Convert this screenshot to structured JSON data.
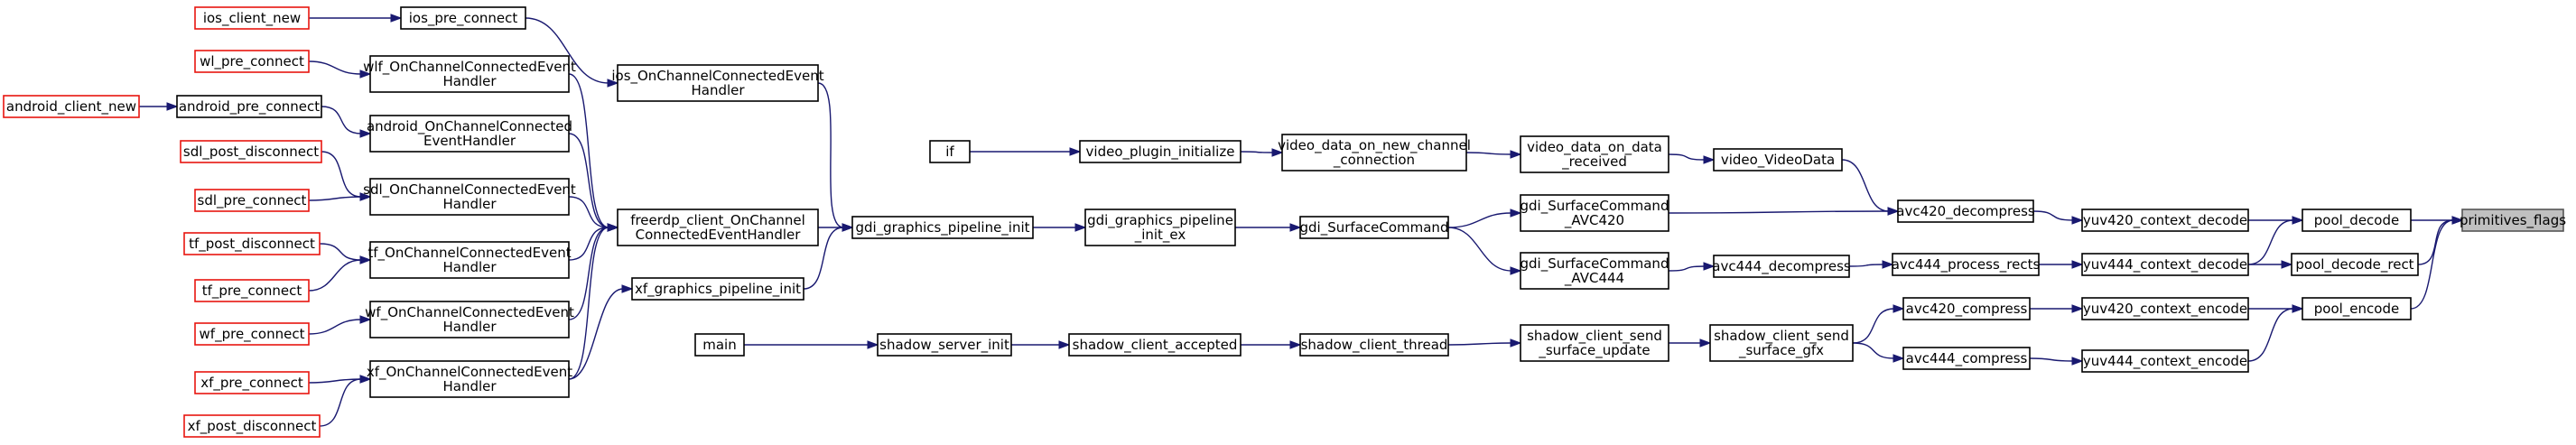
{
  "diagram": {
    "nodes": [
      {
        "id": "primitives_flags",
        "lines": [
          "primitives_flags"
        ],
        "style": "root"
      },
      {
        "id": "pool_decode",
        "lines": [
          "pool_decode"
        ],
        "style": "normal"
      },
      {
        "id": "pool_decode_rect",
        "lines": [
          "pool_decode_rect"
        ],
        "style": "normal"
      },
      {
        "id": "pool_encode",
        "lines": [
          "pool_encode"
        ],
        "style": "normal"
      },
      {
        "id": "yuv420_context_decode",
        "lines": [
          "yuv420_context_decode"
        ],
        "style": "normal"
      },
      {
        "id": "yuv444_context_decode",
        "lines": [
          "yuv444_context_decode"
        ],
        "style": "normal"
      },
      {
        "id": "yuv420_context_encode",
        "lines": [
          "yuv420_context_encode"
        ],
        "style": "normal"
      },
      {
        "id": "yuv444_context_encode",
        "lines": [
          "yuv444_context_encode"
        ],
        "style": "normal"
      },
      {
        "id": "avc420_decompress",
        "lines": [
          "avc420_decompress"
        ],
        "style": "normal"
      },
      {
        "id": "avc444_process_rects",
        "lines": [
          "avc444_process_rects"
        ],
        "style": "normal"
      },
      {
        "id": "avc420_compress",
        "lines": [
          "avc420_compress"
        ],
        "style": "normal"
      },
      {
        "id": "avc444_compress",
        "lines": [
          "avc444_compress"
        ],
        "style": "normal"
      },
      {
        "id": "video_VideoData",
        "lines": [
          "video_VideoData"
        ],
        "style": "normal"
      },
      {
        "id": "gdi_SurfaceCommand_AVC420",
        "lines": [
          "gdi_SurfaceCommand",
          "_AVC420"
        ],
        "style": "normal"
      },
      {
        "id": "avc444_decompress",
        "lines": [
          "avc444_decompress"
        ],
        "style": "normal"
      },
      {
        "id": "shadow_client_send_surface_gfx",
        "lines": [
          "shadow_client_send",
          "_surface_gfx"
        ],
        "style": "normal"
      },
      {
        "id": "video_on_data_received",
        "lines": [
          "video_data_on_data",
          "_received"
        ],
        "style": "normal"
      },
      {
        "id": "gdi_SurfaceCommand",
        "lines": [
          "gdi_SurfaceCommand"
        ],
        "style": "normal"
      },
      {
        "id": "gdi_SurfaceCommand_AVC444",
        "lines": [
          "gdi_SurfaceCommand",
          "_AVC444"
        ],
        "style": "normal"
      },
      {
        "id": "shadow_client_send_surface_update",
        "lines": [
          "shadow_client_send",
          "_surface_update"
        ],
        "style": "normal"
      },
      {
        "id": "video_on_new_channel",
        "lines": [
          "video_data_on_new_channel",
          "_connection"
        ],
        "style": "normal"
      },
      {
        "id": "gdi_graphics_pipeline_init_ex",
        "lines": [
          "gdi_graphics_pipeline",
          "_init_ex"
        ],
        "style": "normal"
      },
      {
        "id": "shadow_client_thread",
        "lines": [
          "shadow_client_thread"
        ],
        "style": "normal"
      },
      {
        "id": "video_plugin_initialize",
        "lines": [
          "video_plugin_initialize"
        ],
        "style": "normal"
      },
      {
        "id": "gdi_graphics_pipeline_init",
        "lines": [
          "gdi_graphics_pipeline_init"
        ],
        "style": "normal"
      },
      {
        "id": "shadow_client_accepted",
        "lines": [
          "shadow_client_accepted"
        ],
        "style": "normal"
      },
      {
        "id": "if",
        "lines": [
          "if"
        ],
        "style": "normal"
      },
      {
        "id": "ios_OnChannelConnected",
        "lines": [
          "ios_OnChannelConnectedEvent",
          "Handler"
        ],
        "style": "normal"
      },
      {
        "id": "freerdp_client_OnChannel",
        "lines": [
          "freerdp_client_OnChannel",
          "ConnectedEventHandler"
        ],
        "style": "normal"
      },
      {
        "id": "xf_graphics_pipeline_init",
        "lines": [
          "xf_graphics_pipeline_init"
        ],
        "style": "normal"
      },
      {
        "id": "shadow_server_init",
        "lines": [
          "shadow_server_init"
        ],
        "style": "normal"
      },
      {
        "id": "ios_pre_connect",
        "lines": [
          "ios_pre_connect"
        ],
        "style": "normal"
      },
      {
        "id": "wlf_OnChannel",
        "lines": [
          "wlf_OnChannelConnectedEvent",
          "Handler"
        ],
        "style": "normal"
      },
      {
        "id": "android_OnChannel",
        "lines": [
          "android_OnChannelConnected",
          "EventHandler"
        ],
        "style": "normal"
      },
      {
        "id": "sdl_OnChannel",
        "lines": [
          "sdl_OnChannelConnectedEvent",
          "Handler"
        ],
        "style": "normal"
      },
      {
        "id": "tf_OnChannel",
        "lines": [
          "tf_OnChannelConnectedEvent",
          "Handler"
        ],
        "style": "normal"
      },
      {
        "id": "wf_OnChannel",
        "lines": [
          "wf_OnChannelConnectedEvent",
          "Handler"
        ],
        "style": "normal"
      },
      {
        "id": "xf_OnChannel",
        "lines": [
          "xf_OnChannelConnectedEvent",
          "Handler"
        ],
        "style": "normal"
      },
      {
        "id": "main",
        "lines": [
          "main"
        ],
        "style": "normal"
      },
      {
        "id": "android_pre_connect",
        "lines": [
          "android_pre_connect"
        ],
        "style": "normal"
      },
      {
        "id": "ios_client_new",
        "lines": [
          "ios_client_new"
        ],
        "style": "red"
      },
      {
        "id": "wl_pre_connect",
        "lines": [
          "wl_pre_connect"
        ],
        "style": "red"
      },
      {
        "id": "sdl_post_disconnect",
        "lines": [
          "sdl_post_disconnect"
        ],
        "style": "red"
      },
      {
        "id": "sdl_pre_connect",
        "lines": [
          "sdl_pre_connect"
        ],
        "style": "red"
      },
      {
        "id": "tf_post_disconnect",
        "lines": [
          "tf_post_disconnect"
        ],
        "style": "red"
      },
      {
        "id": "tf_pre_connect",
        "lines": [
          "tf_pre_connect"
        ],
        "style": "red"
      },
      {
        "id": "wf_pre_connect",
        "lines": [
          "wf_pre_connect"
        ],
        "style": "red"
      },
      {
        "id": "xf_pre_connect",
        "lines": [
          "xf_pre_connect"
        ],
        "style": "red"
      },
      {
        "id": "xf_post_disconnect",
        "lines": [
          "xf_post_disconnect"
        ],
        "style": "red"
      },
      {
        "id": "android_client_new",
        "lines": [
          "android_client_new"
        ],
        "style": "red"
      }
    ],
    "edges": [
      [
        "pool_decode",
        "primitives_flags"
      ],
      [
        "pool_decode_rect",
        "primitives_flags"
      ],
      [
        "pool_encode",
        "primitives_flags"
      ],
      [
        "yuv420_context_decode",
        "pool_decode"
      ],
      [
        "yuv444_context_decode",
        "pool_decode"
      ],
      [
        "yuv444_context_decode",
        "pool_decode_rect"
      ],
      [
        "yuv420_context_encode",
        "pool_encode"
      ],
      [
        "yuv444_context_encode",
        "pool_encode"
      ],
      [
        "avc420_decompress",
        "yuv420_context_decode"
      ],
      [
        "avc444_process_rects",
        "yuv444_context_decode"
      ],
      [
        "avc420_compress",
        "yuv420_context_encode"
      ],
      [
        "avc444_compress",
        "yuv444_context_encode"
      ],
      [
        "video_VideoData",
        "avc420_decompress"
      ],
      [
        "gdi_SurfaceCommand_AVC420",
        "avc420_decompress"
      ],
      [
        "avc444_decompress",
        "avc444_process_rects"
      ],
      [
        "shadow_client_send_surface_gfx",
        "avc420_compress"
      ],
      [
        "shadow_client_send_surface_gfx",
        "avc444_compress"
      ],
      [
        "video_on_data_received",
        "video_VideoData"
      ],
      [
        "gdi_SurfaceCommand_AVC444",
        "avc444_decompress"
      ],
      [
        "gdi_SurfaceCommand",
        "gdi_SurfaceCommand_AVC420"
      ],
      [
        "gdi_SurfaceCommand",
        "gdi_SurfaceCommand_AVC444"
      ],
      [
        "shadow_client_send_surface_update",
        "shadow_client_send_surface_gfx"
      ],
      [
        "video_on_new_channel",
        "video_on_data_received"
      ],
      [
        "gdi_graphics_pipeline_init_ex",
        "gdi_SurfaceCommand"
      ],
      [
        "shadow_client_thread",
        "shadow_client_send_surface_update"
      ],
      [
        "video_plugin_initialize",
        "video_on_new_channel"
      ],
      [
        "gdi_graphics_pipeline_init",
        "gdi_graphics_pipeline_init_ex"
      ],
      [
        "shadow_client_accepted",
        "shadow_client_thread"
      ],
      [
        "if",
        "video_plugin_initialize"
      ],
      [
        "ios_OnChannelConnected",
        "gdi_graphics_pipeline_init"
      ],
      [
        "freerdp_client_OnChannel",
        "gdi_graphics_pipeline_init"
      ],
      [
        "xf_graphics_pipeline_init",
        "gdi_graphics_pipeline_init"
      ],
      [
        "shadow_server_init",
        "shadow_client_accepted"
      ],
      [
        "main",
        "shadow_server_init"
      ],
      [
        "ios_pre_connect",
        "ios_OnChannelConnected"
      ],
      [
        "wlf_OnChannel",
        "freerdp_client_OnChannel"
      ],
      [
        "android_OnChannel",
        "freerdp_client_OnChannel"
      ],
      [
        "sdl_OnChannel",
        "freerdp_client_OnChannel"
      ],
      [
        "tf_OnChannel",
        "freerdp_client_OnChannel"
      ],
      [
        "wf_OnChannel",
        "freerdp_client_OnChannel"
      ],
      [
        "xf_OnChannel",
        "freerdp_client_OnChannel"
      ],
      [
        "xf_OnChannel",
        "xf_graphics_pipeline_init"
      ],
      [
        "ios_client_new",
        "ios_pre_connect"
      ],
      [
        "wl_pre_connect",
        "wlf_OnChannel"
      ],
      [
        "android_client_new",
        "android_pre_connect"
      ],
      [
        "android_pre_connect",
        "android_OnChannel"
      ],
      [
        "sdl_post_disconnect",
        "sdl_OnChannel"
      ],
      [
        "sdl_pre_connect",
        "sdl_OnChannel"
      ],
      [
        "tf_post_disconnect",
        "tf_OnChannel"
      ],
      [
        "tf_pre_connect",
        "tf_OnChannel"
      ],
      [
        "wf_pre_connect",
        "wf_OnChannel"
      ],
      [
        "xf_pre_connect",
        "xf_OnChannel"
      ],
      [
        "xf_post_disconnect",
        "xf_OnChannel"
      ]
    ]
  }
}
